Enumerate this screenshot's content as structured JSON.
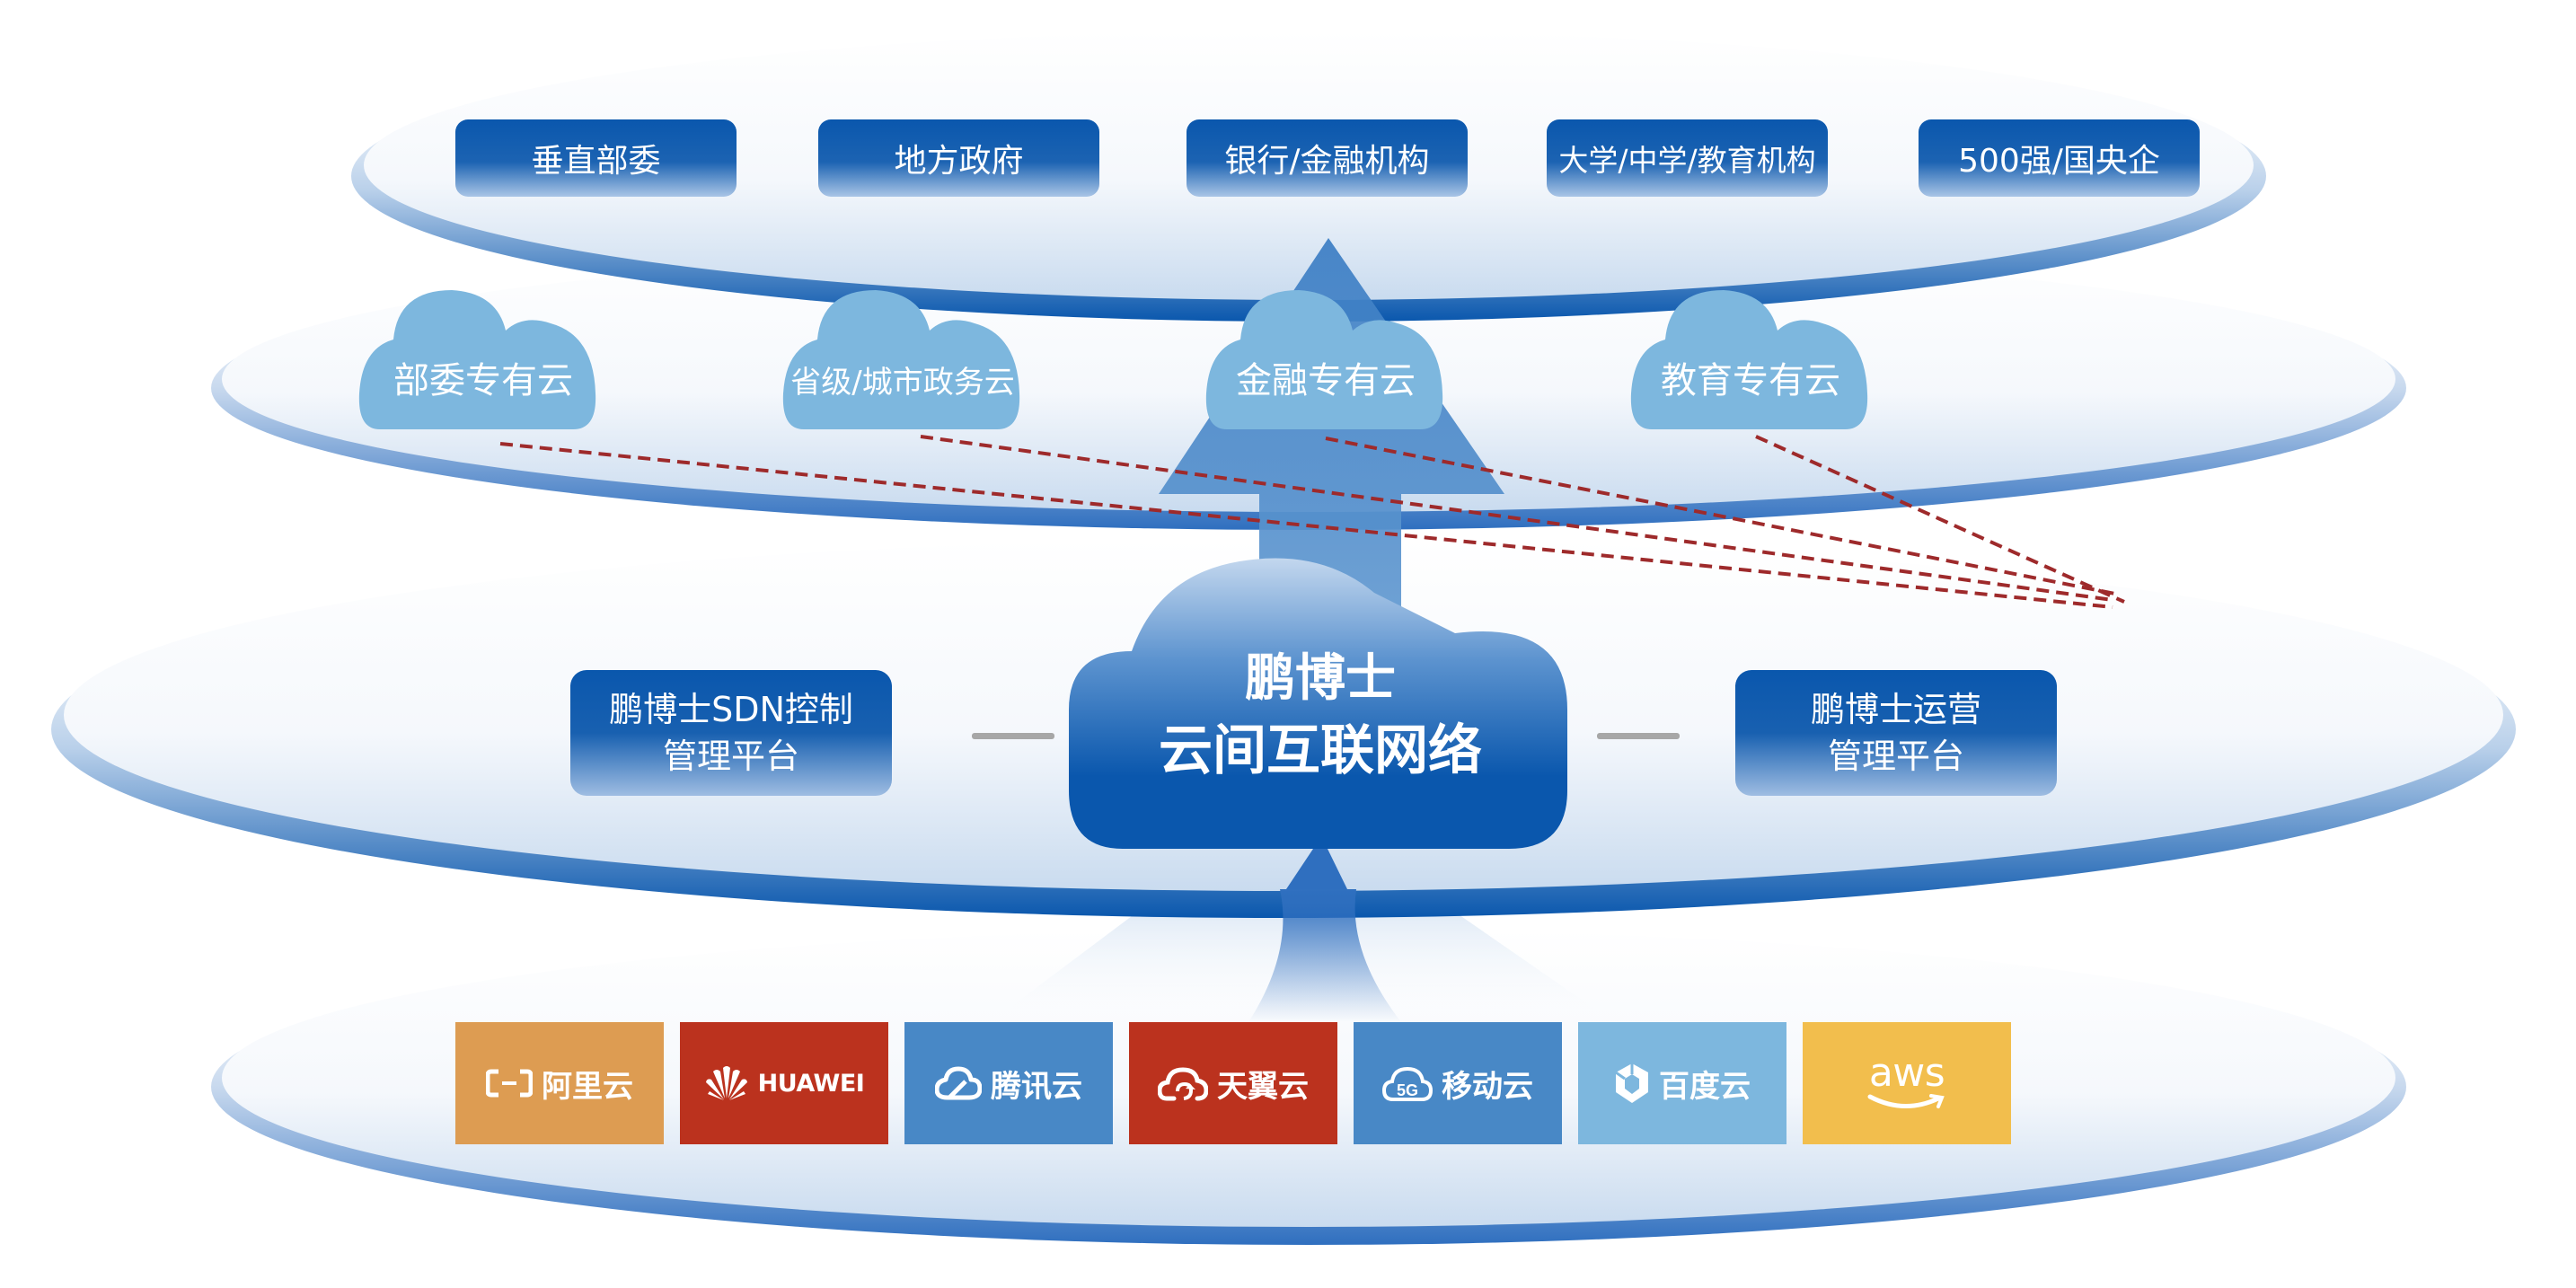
{
  "colors": {
    "primary_blue": "#0a57ad",
    "cloud_light_blue": "#7db7de",
    "ring_blue": "#2f6fbf",
    "dashed_line": "#9e2a2b",
    "connector_gray": "#a7a7a7"
  },
  "layer_customers": {
    "items": [
      {
        "label": "垂直部委"
      },
      {
        "label": "地方政府"
      },
      {
        "label": "银行/金融机构"
      },
      {
        "label": "大学/中学/教育机构"
      },
      {
        "label": "500强/国央企"
      }
    ]
  },
  "layer_private_clouds": {
    "items": [
      {
        "label": "部委专有云"
      },
      {
        "label": "省级/城市政务云"
      },
      {
        "label": "金融专有云"
      },
      {
        "label": "教育专有云"
      }
    ]
  },
  "layer_core": {
    "center": {
      "line1": "鹏博士",
      "line2": "云间互联网络"
    },
    "left_box": {
      "line1": "鹏博士SDN控制",
      "line2": "管理平台"
    },
    "right_box": {
      "line1": "鹏博士运营",
      "line2": "管理平台"
    }
  },
  "layer_public_clouds": {
    "items": [
      {
        "label": "阿里云",
        "icon": "aliyun-logo-icon",
        "color": "#dd9c52"
      },
      {
        "label": "HUAWEI",
        "icon": "huawei-logo-icon",
        "color": "#bb321e"
      },
      {
        "label": "腾讯云",
        "icon": "tencent-cloud-logo-icon",
        "color": "#4888c6"
      },
      {
        "label": "天翼云",
        "icon": "tianyi-cloud-logo-icon",
        "color": "#bb321e"
      },
      {
        "label": "移动云",
        "icon": "mobile-cloud-5g-logo-icon",
        "color": "#4888c6"
      },
      {
        "label": "百度云",
        "icon": "baidu-cloud-logo-icon",
        "color": "#7db7de"
      },
      {
        "label": "aws",
        "icon": "aws-logo-icon",
        "color": "#f2be4d"
      }
    ]
  }
}
